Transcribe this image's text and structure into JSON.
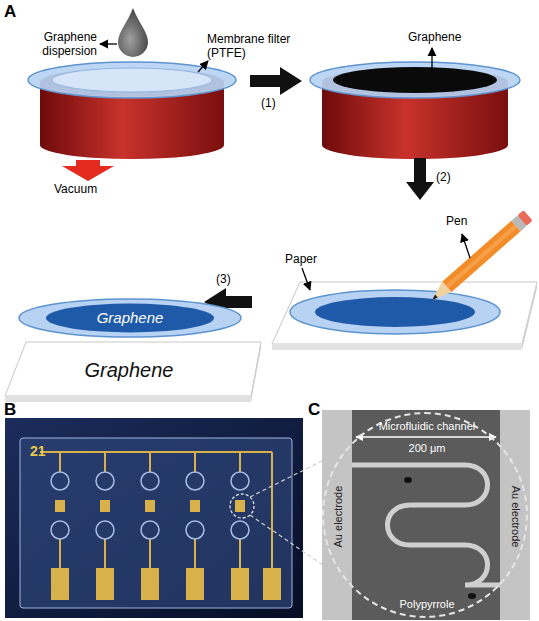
{
  "diagram": {
    "nodes": [
      {
        "text": [
          "Graphene"
        ]
      },
      {
        "text": [
          "Graphene"
        ]
      },
      {
        "text": [
          "Microfluidic channel",
          "200 μm",
          "Au electrode",
          "Au electrode",
          "Polypyrrole"
        ]
      }
    ],
    "labels": [
      "A",
      "Graphene dispersion",
      "Membrane filter (PTFE)",
      "Vacuum",
      "(1)",
      "Graphene",
      "(2)",
      "Pen",
      "Paper",
      "(3)",
      "B",
      "21",
      "C"
    ]
  }
}
